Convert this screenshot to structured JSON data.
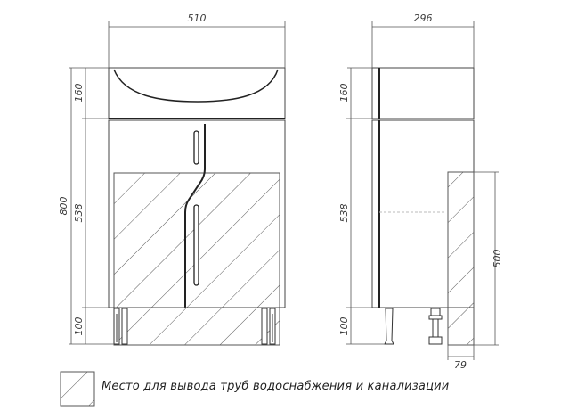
{
  "dims": {
    "front_width": "510",
    "side_depth": "296",
    "total_height": "800",
    "front_sink_height": "160",
    "front_body_height": "538",
    "front_legs_height": "100",
    "side_sink_height": "160",
    "side_body_height": "538",
    "side_legs_height": "100",
    "pipe_zone_height": "500",
    "pipe_zone_depth": "79"
  },
  "legend": {
    "text": "Место для вывода труб водоснабжения и канализации"
  }
}
